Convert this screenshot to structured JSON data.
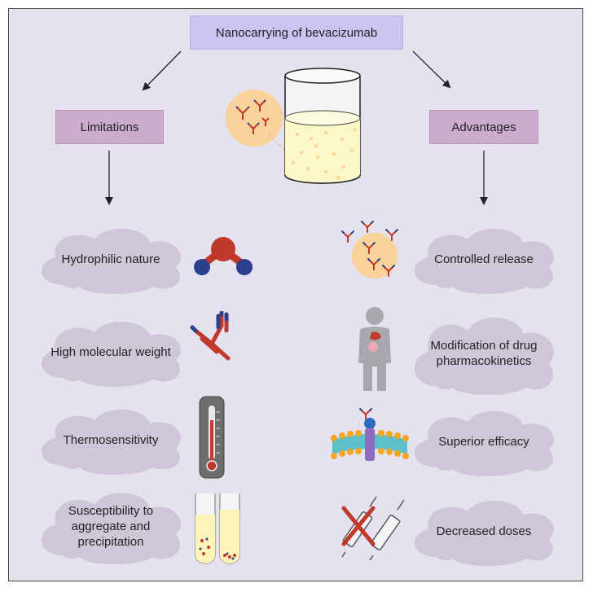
{
  "title": "Nanocarrying of bevacizumab",
  "limitations": {
    "header": "Limitations",
    "items": [
      "Hydrophilic nature",
      "High molecular weight",
      "Thermosensitivity",
      "Susceptibility to aggregate and precipitation"
    ]
  },
  "advantages": {
    "header": "Advantages",
    "items": [
      "Controlled release",
      "Modification of drug pharmacokinetics",
      "Superior efficacy",
      "Decreased doses"
    ]
  },
  "colors": {
    "background": "#e5e2ef",
    "title_box": "#cdc3f3",
    "section_box": "#ccaccc",
    "cloud": "#cfc6d8",
    "solution": "#fbf7c8",
    "nanoparticle": "#fbcf8a",
    "antibody_red": "#c0392b",
    "antibody_blue": "#2c3e8c"
  }
}
